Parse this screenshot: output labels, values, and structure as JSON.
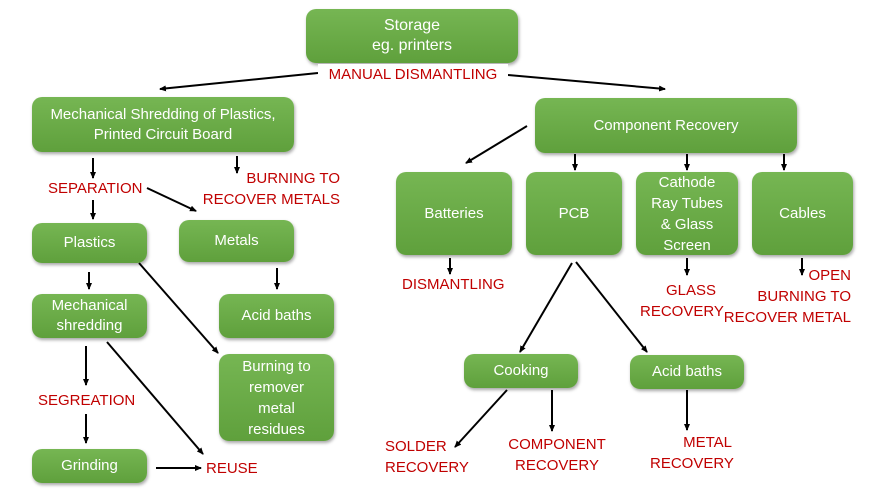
{
  "diagram": {
    "nodes": {
      "storage": "Storage\neg. printers",
      "mech_shredding_plastics_pcb": "Mechanical Shredding of Plastics,\nPrinted Circuit Board",
      "component_recovery": "Component Recovery",
      "plastics": "Plastics",
      "metals": "Metals",
      "mechanical_shredding": "Mechanical\nshredding",
      "acid_baths_left": "Acid baths",
      "burning_to_remover": "Burning to\nremover\nmetal\nresidues",
      "grinding": "Grinding",
      "batteries": "Batteries",
      "pcb": "PCB",
      "crt_glass": "Cathode\nRay Tubes\n& Glass\nScreen",
      "cables": "Cables",
      "cooking": "Cooking",
      "acid_baths_right": "Acid baths"
    },
    "labels": {
      "manual_dismantling": "MANUAL DISMANTLING",
      "separation": "SEPARATION",
      "burning_recover_metals": "BURNING TO\nRECOVER METALS",
      "segreation": "SEGREATION",
      "reuse": "REUSE",
      "dismantling": "DISMANTLING",
      "glass_recovery": "GLASS\nRECOVERY",
      "open_burning": "OPEN\nBURNING TO\nRECOVER METAL",
      "solder_recovery": "SOLDER\nRECOVERY",
      "component_recovery_label": "COMPONENT\nRECOVERY",
      "metal_recovery": "METAL\nRECOVERY"
    },
    "colors": {
      "node_fill": "#6aab47",
      "label_text": "#c00000",
      "arrow": "#000000"
    }
  }
}
